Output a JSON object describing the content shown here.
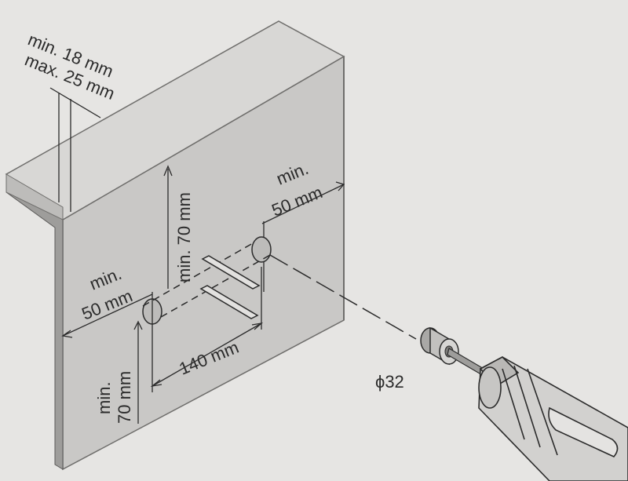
{
  "labels": {
    "thickness_min": "min. 18 mm",
    "thickness_max": "max. 25 mm",
    "top_edge_min": "min. 70 mm",
    "right_edge_min": "min.",
    "right_edge_value": "50 mm",
    "left_edge_min": "min.",
    "left_edge_value": "50 mm",
    "bottom_edge_min": "min.",
    "bottom_edge_value": "70 mm",
    "hole_spacing": "140 mm",
    "drill_diameter": "ϕ32"
  },
  "colors": {
    "background": "#e6e5e3",
    "panel_face": "#c9c8c6",
    "panel_top": "#d8d7d5",
    "panel_edge": "#9e9d9b",
    "line": "#2b2b2b"
  },
  "icons": {
    "drill": "drill-icon",
    "drill_bit": "forstner-bit-icon"
  }
}
